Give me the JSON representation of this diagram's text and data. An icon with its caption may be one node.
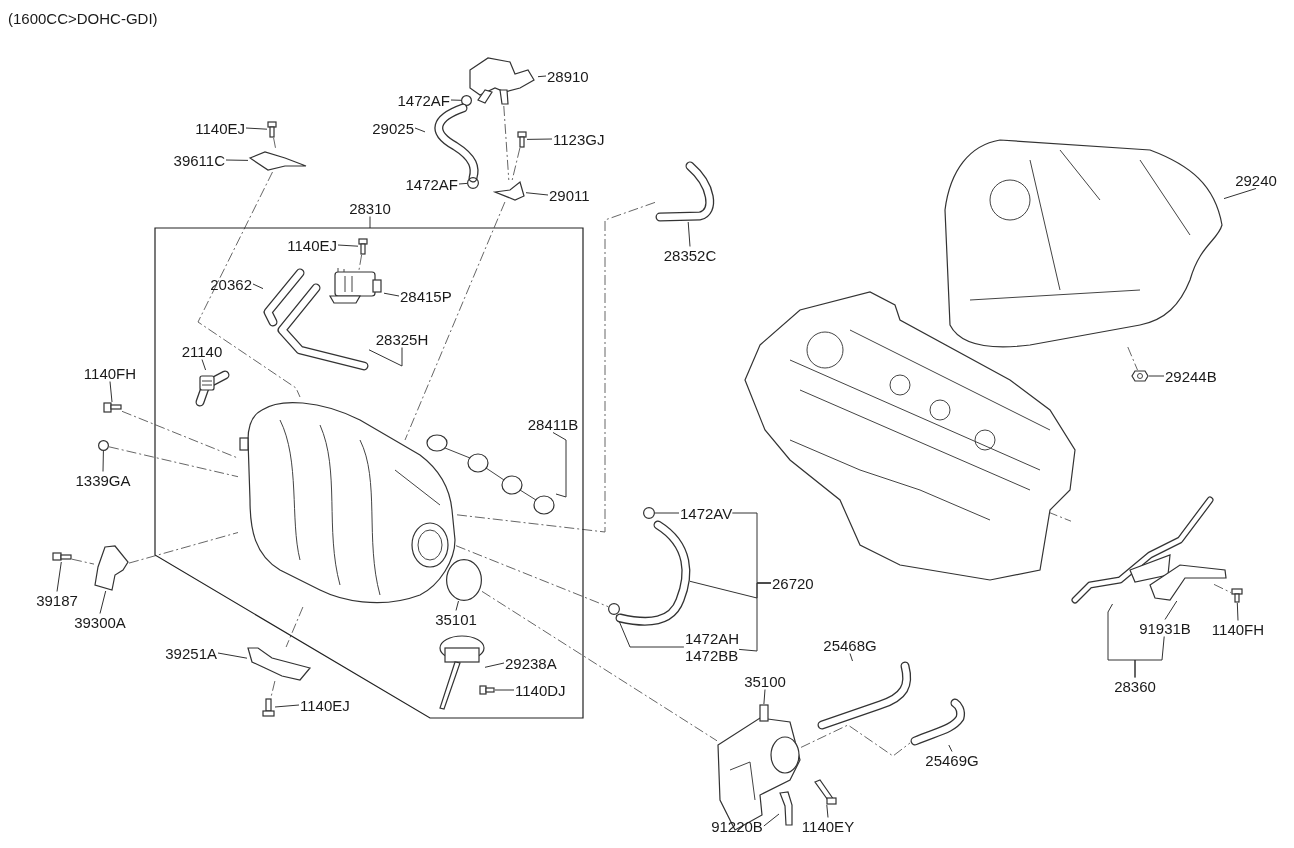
{
  "diagram": {
    "title": "(1600CC>DOHC-GDI)",
    "nodes": [
      {
        "text": [
          "28910"
        ]
      },
      {
        "text": [
          "1472AF"
        ]
      },
      {
        "text": [
          "29025"
        ]
      },
      {
        "text": [
          "1140EJ"
        ]
      },
      {
        "text": [
          "1123GJ"
        ]
      },
      {
        "text": [
          "39611C"
        ]
      },
      {
        "text": [
          "1472AF"
        ]
      },
      {
        "text": [
          "29011"
        ]
      },
      {
        "text": [
          "28310"
        ]
      },
      {
        "text": [],
        "shape": "box"
      },
      {
        "text": [
          "1140EJ"
        ],
        "in": 9
      },
      {
        "text": [
          "20362"
        ],
        "in": 9
      },
      {
        "text": [
          "28415P"
        ],
        "in": 9
      },
      {
        "text": [
          "28325H"
        ],
        "in": 9
      },
      {
        "text": [
          "21140"
        ],
        "in": 9
      },
      {
        "text": [
          "1140FH"
        ]
      },
      {
        "text": [
          "1339GA"
        ]
      },
      {
        "text": [
          "28411B"
        ],
        "in": 9
      },
      {
        "text": [
          "39187"
        ]
      },
      {
        "text": [
          "39300A"
        ]
      },
      {
        "text": [
          "35101"
        ],
        "in": 9
      },
      {
        "text": [
          "39251A"
        ]
      },
      {
        "text": [
          "29238A"
        ],
        "in": 9
      },
      {
        "text": [
          "1140DJ"
        ],
        "in": 9
      },
      {
        "text": [
          "1140EJ"
        ]
      },
      {
        "text": [
          "28352C"
        ]
      },
      {
        "text": [
          "29240"
        ]
      },
      {
        "text": [
          "29244B"
        ]
      },
      {
        "text": [
          "1472AV"
        ]
      },
      {
        "text": [
          "26720"
        ]
      },
      {
        "text": [
          "1472AH",
          "1472BB"
        ]
      },
      {
        "text": [
          "91931B"
        ]
      },
      {
        "text": [
          "1140FH"
        ]
      },
      {
        "text": [
          "28360"
        ]
      },
      {
        "text": [
          "35100"
        ]
      },
      {
        "text": [
          "25468G"
        ]
      },
      {
        "text": [
          "25469G"
        ]
      },
      {
        "text": [
          "91220B"
        ]
      },
      {
        "text": [
          "1140EY"
        ]
      },
      {
        "text": [],
        "shape": "picture"
      },
      {
        "text": [],
        "shape": "circle"
      },
      {
        "text": [],
        "shape": "picture"
      },
      {
        "text": [],
        "shape": "picture"
      },
      {
        "text": [],
        "shape": "picture"
      },
      {
        "text": [],
        "shape": "picture"
      },
      {
        "text": [],
        "shape": "circle"
      },
      {
        "text": [],
        "shape": "picture"
      },
      {
        "text": [],
        "shape": "picture",
        "in": 9
      },
      {
        "text": [],
        "shape": "picture",
        "in": 9
      },
      {
        "text": [],
        "shape": "picture",
        "in": 9
      },
      {
        "text": [],
        "shape": "picture",
        "in": 9
      },
      {
        "text": [],
        "shape": "picture",
        "in": 9
      },
      {
        "text": [],
        "shape": "picture"
      },
      {
        "text": [],
        "shape": "circle"
      },
      {
        "text": [],
        "shape": "picture",
        "in": 9
      },
      {
        "text": [],
        "shape": "picture",
        "in": 9
      },
      {
        "text": [],
        "shape": "picture"
      },
      {
        "text": [],
        "shape": "picture"
      },
      {
        "text": [],
        "shape": "circle",
        "in": 9
      },
      {
        "text": [],
        "shape": "picture"
      },
      {
        "text": [],
        "shape": "picture",
        "in": 9
      },
      {
        "text": [],
        "shape": "picture",
        "in": 9
      },
      {
        "text": [],
        "shape": "picture"
      },
      {
        "text": [],
        "shape": "picture"
      },
      {
        "text": [],
        "shape": "picture"
      },
      {
        "text": [],
        "shape": "picture"
      },
      {
        "text": [],
        "shape": "circle"
      },
      {
        "text": [],
        "shape": "picture"
      },
      {
        "text": [],
        "shape": "circle"
      },
      {
        "text": [],
        "shape": "picture"
      },
      {
        "text": [],
        "shape": "picture"
      },
      {
        "text": [],
        "shape": "picture"
      },
      {
        "text": [],
        "shape": "picture"
      },
      {
        "text": [],
        "shape": "picture"
      },
      {
        "text": [],
        "shape": "picture"
      },
      {
        "text": [],
        "shape": "picture"
      },
      {
        "text": [],
        "shape": "picture"
      },
      {
        "text": [],
        "shape": "picture"
      }
    ],
    "edges": [
      {
        "from": 0,
        "to": 39,
        "arrow": "none"
      },
      {
        "from": 1,
        "to": 40,
        "arrow": "none"
      },
      {
        "from": 2,
        "to": 41,
        "arrow": "none"
      },
      {
        "from": 3,
        "to": 42,
        "arrow": "none"
      },
      {
        "from": 4,
        "to": 43,
        "arrow": "none"
      },
      {
        "from": 5,
        "to": 44,
        "arrow": "none"
      },
      {
        "from": 6,
        "to": 45,
        "arrow": "none"
      },
      {
        "from": 7,
        "to": 46,
        "arrow": "none"
      },
      {
        "from": 8,
        "to": 9,
        "arrow": "none"
      },
      {
        "from": 10,
        "to": 47,
        "arrow": "none"
      },
      {
        "from": 11,
        "to": 49,
        "arrow": "none"
      },
      {
        "from": 12,
        "to": 48,
        "arrow": "none"
      },
      {
        "from": 13,
        "to": 50,
        "arrow": "none"
      },
      {
        "from": 14,
        "to": 51,
        "arrow": "none"
      },
      {
        "from": 15,
        "to": 52,
        "arrow": "none"
      },
      {
        "from": 16,
        "to": 53,
        "arrow": "none"
      },
      {
        "from": 17,
        "to": 55,
        "arrow": "none"
      },
      {
        "from": 18,
        "to": 56,
        "arrow": "none"
      },
      {
        "from": 19,
        "to": 57,
        "arrow": "none"
      },
      {
        "from": 20,
        "to": 58,
        "arrow": "none"
      },
      {
        "from": 21,
        "to": 59,
        "arrow": "none"
      },
      {
        "from": 22,
        "to": 60,
        "arrow": "none"
      },
      {
        "from": 23,
        "to": 61,
        "arrow": "none"
      },
      {
        "from": 24,
        "to": 62,
        "arrow": "none"
      },
      {
        "from": 25,
        "to": 63,
        "arrow": "none"
      },
      {
        "from": 26,
        "to": 64,
        "arrow": "none"
      },
      {
        "from": 27,
        "to": 65,
        "arrow": "none"
      },
      {
        "from": 28,
        "to": 66,
        "arrow": "none"
      },
      {
        "from": 29,
        "to": 67,
        "arrow": "none"
      },
      {
        "from": 29,
        "to": 28,
        "arrow": "none"
      },
      {
        "from": 29,
        "to": 30,
        "arrow": "none"
      },
      {
        "from": 30,
        "to": 68,
        "arrow": "none"
      },
      {
        "from": 31,
        "to": 70,
        "arrow": "none"
      },
      {
        "from": 32,
        "to": 71,
        "arrow": "none"
      },
      {
        "from": 33,
        "to": 69,
        "arrow": "none"
      },
      {
        "from": 33,
        "to": 31,
        "arrow": "none"
      },
      {
        "from": 34,
        "to": 72,
        "arrow": "none"
      },
      {
        "from": 35,
        "to": 73,
        "arrow": "none"
      },
      {
        "from": 36,
        "to": 74,
        "arrow": "none"
      },
      {
        "from": 37,
        "to": 75,
        "arrow": "none"
      },
      {
        "from": 38,
        "to": 76,
        "arrow": "none"
      },
      {
        "from": 42,
        "to": 44,
        "arrow": "none",
        "style": "dashed"
      },
      {
        "from": 44,
        "to": 54,
        "arrow": "none",
        "style": "dashed"
      },
      {
        "from": 39,
        "to": 46,
        "arrow": "none",
        "style": "dashed"
      },
      {
        "from": 43,
        "to": 46,
        "arrow": "none",
        "style": "dashed"
      },
      {
        "from": 46,
        "to": 54,
        "arrow": "none",
        "style": "dashed"
      },
      {
        "from": 47,
        "to": 48,
        "arrow": "none",
        "style": "dashed"
      },
      {
        "from": 52,
        "to": 54,
        "arrow": "none",
        "style": "dashed"
      },
      {
        "from": 53,
        "to": 54,
        "arrow": "none",
        "style": "dashed"
      },
      {
        "from": 56,
        "to": 57,
        "arrow": "none",
        "style": "dashed"
      },
      {
        "from": 57,
        "to": 54,
        "arrow": "none",
        "style": "dashed"
      },
      {
        "from": 63,
        "to": 54,
        "arrow": "none",
        "style": "dashed"
      },
      {
        "from": 54,
        "to": 68,
        "arrow": "none",
        "style": "dashed"
      },
      {
        "from": 58,
        "to": 72,
        "arrow": "none",
        "style": "dashed"
      },
      {
        "from": 54,
        "to": 59,
        "arrow": "none",
        "style": "dashed"
      },
      {
        "from": 59,
        "to": 62,
        "arrow": "none",
        "style": "dashed"
      },
      {
        "from": 77,
        "to": 69,
        "arrow": "none",
        "style": "dashed"
      },
      {
        "from": 69,
        "to": 71,
        "arrow": "none",
        "style": "dashed"
      },
      {
        "from": 64,
        "to": 65,
        "arrow": "none",
        "style": "dashed"
      },
      {
        "from": 72,
        "to": 74,
        "arrow": "none",
        "style": "dashed"
      }
    ]
  }
}
